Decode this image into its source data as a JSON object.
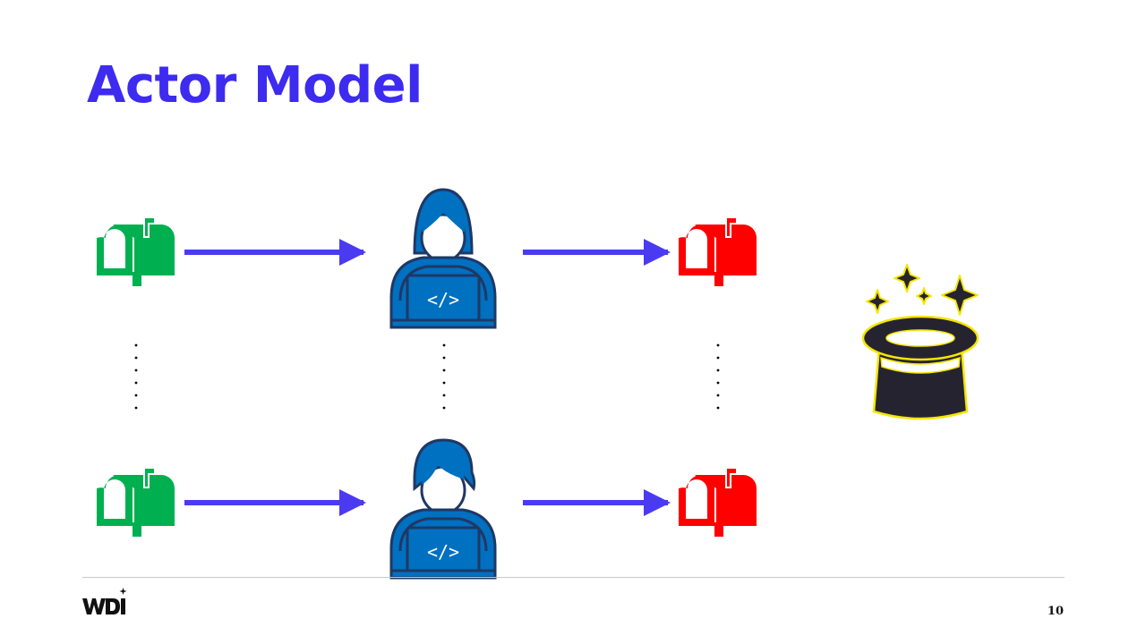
{
  "slide": {
    "title": "Actor Model",
    "page_number": "10"
  },
  "colors": {
    "title": "#3d2bf0",
    "arrow": "#4a3bf2",
    "input_mailbox": "#00b050",
    "output_mailbox": "#ff0000",
    "actor": "#0070c0",
    "hat": "#262331",
    "hat_outline": "#f5e600"
  },
  "icons": {
    "input": "mailbox-icon",
    "actor": "developer-at-laptop-icon",
    "output": "mailbox-icon",
    "magic": "magic-hat-icon",
    "logo": "wdi-logo"
  },
  "actors": {
    "visible": 2,
    "laptop_glyph": "</>"
  }
}
